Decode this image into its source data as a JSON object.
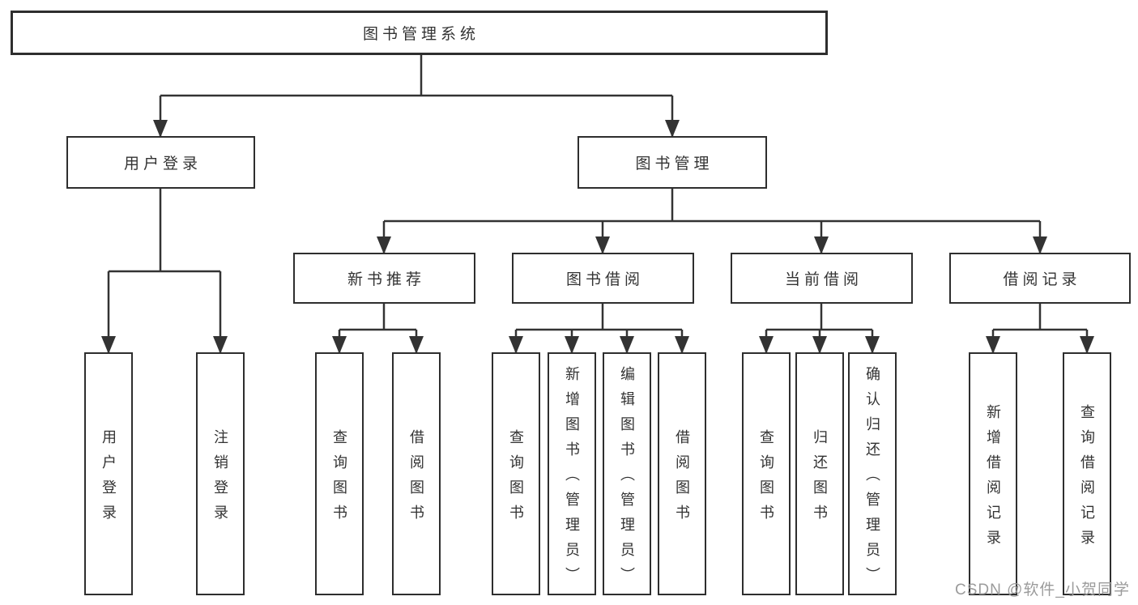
{
  "colors": {
    "background": "#ffffff",
    "line": "#333333",
    "box_border": "#2e2e2e",
    "text": "#333333",
    "watermark": "#9b9b9b"
  },
  "watermark": {
    "text": "CSDN @软件_小贺同学"
  },
  "tree": {
    "root": {
      "label": "图书管理系统",
      "children": [
        {
          "label": "用户登录",
          "children": [
            {
              "label": "用户登录"
            },
            {
              "label": "注销登录"
            }
          ]
        },
        {
          "label": "图书管理",
          "children": [
            {
              "label": "新书推荐",
              "children": [
                {
                  "label": "查询图书"
                },
                {
                  "label": "借阅图书"
                }
              ]
            },
            {
              "label": "图书借阅",
              "children": [
                {
                  "label": "查询图书"
                },
                {
                  "label": "新增图书（管理员）"
                },
                {
                  "label": "编辑图书（管理员）"
                },
                {
                  "label": "借阅图书"
                }
              ]
            },
            {
              "label": "当前借阅",
              "children": [
                {
                  "label": "查询图书"
                },
                {
                  "label": "归还图书"
                },
                {
                  "label": "确认归还（管理员）"
                }
              ]
            },
            {
              "label": "借阅记录",
              "children": [
                {
                  "label": "新增借阅记录"
                },
                {
                  "label": "查询借阅记录"
                }
              ]
            }
          ]
        }
      ]
    }
  }
}
